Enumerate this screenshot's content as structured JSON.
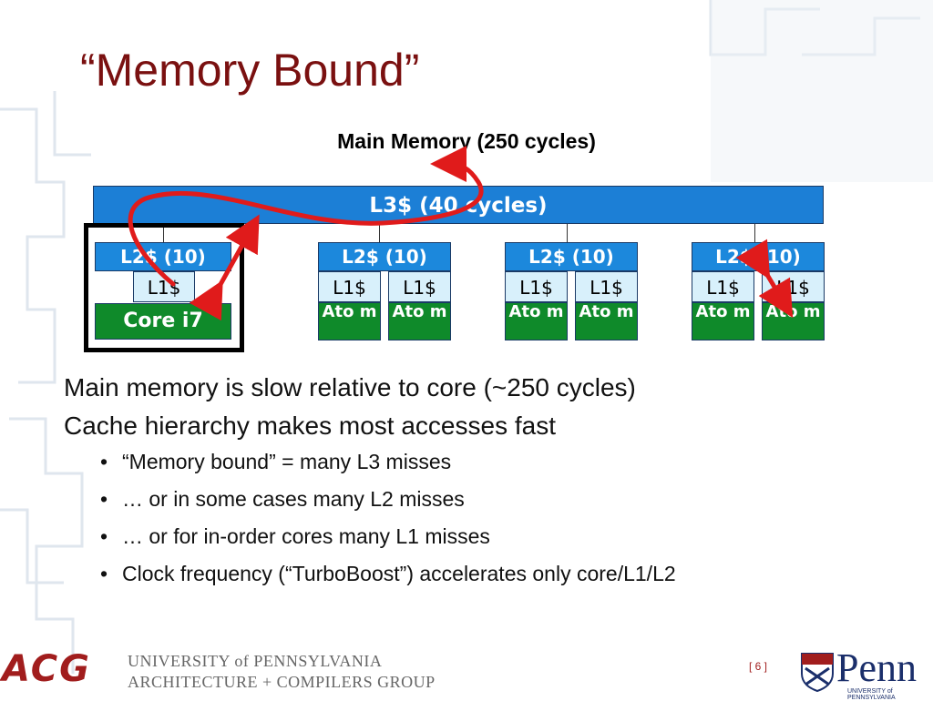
{
  "slide": {
    "title": "“Memory Bound”"
  },
  "diagram": {
    "main_memory_label": "Main Memory (250 cycles)",
    "l3_label": "L3$ (40 cycles)",
    "core_i7": {
      "l2_label": "L2$ (10)",
      "l1_label": "L1$",
      "core_label": "Core i7"
    },
    "atom_clusters": [
      {
        "l2_label": "L2$ (10)",
        "l1_labels": [
          "L1$",
          "L1$"
        ],
        "core_labels": [
          "Ato m",
          "Ato m"
        ]
      },
      {
        "l2_label": "L2$ (10)",
        "l1_labels": [
          "L1$",
          "L1$"
        ],
        "core_labels": [
          "Ato m",
          "Ato m"
        ]
      },
      {
        "l2_label": "L2$ (10)",
        "l1_labels": [
          "L1$",
          "L1$"
        ],
        "core_labels": [
          "Ato m",
          "Ato m"
        ]
      }
    ],
    "arrow_color": "#e01b1b"
  },
  "body": {
    "lines": [
      "Main memory is slow relative to core (~250 cycles)",
      "Cache hierarchy makes most accesses fast"
    ],
    "bullets": [
      "“Memory bound” = many L3 misses",
      "… or in some cases many L2 misses",
      "… or for in-order cores many L1 misses",
      "Clock frequency (“TurboBoost”) accelerates only core/L1/L2"
    ]
  },
  "footer": {
    "logo_text": "ACG",
    "university": "UNIVERSITY of PENNSYLVANIA",
    "group": "ARCHITECTURE + COMPILERS GROUP",
    "page_number": "[ 6 ]",
    "penn_logo": "Penn",
    "penn_sub": "UNIVERSITY of PENNSYLVANIA"
  },
  "colors": {
    "title": "#7a1010",
    "cache_blue": "#1c7fd6",
    "l1_light": "#d8f0fb",
    "core_green": "#0f8a2a"
  }
}
